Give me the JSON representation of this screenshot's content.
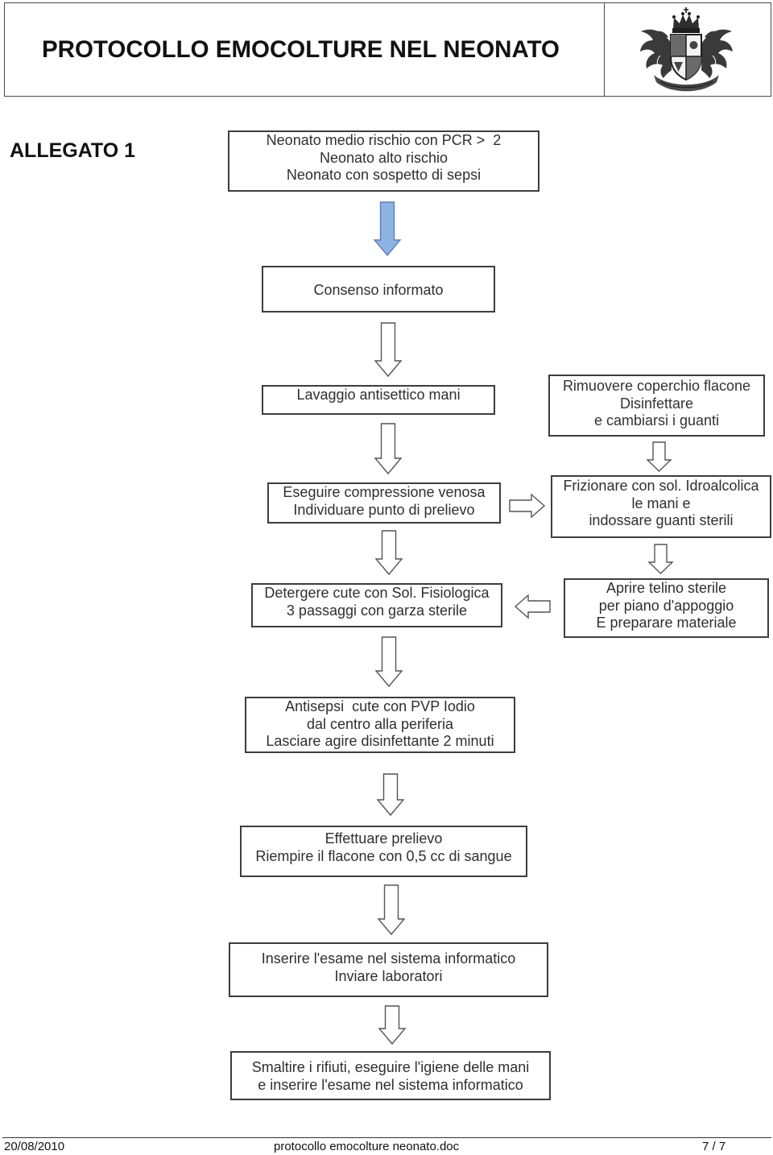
{
  "document": {
    "title": "PROTOCOLLO EMOCOLTURE NEL NEONATO",
    "logo_icon": "coat-of-arms-icon",
    "attachment_label": "ALLEGATO 1"
  },
  "flowchart": {
    "start": [
      "Neonato medio rischio con PCR >  2",
      "Neonato alto rischio",
      "Neonato con sospetto di sepsi"
    ],
    "consent": [
      "Consenso informato"
    ],
    "hand_wash": [
      "Lavaggio antisettico mani"
    ],
    "vein_compression": [
      "Eseguire compressione venosa",
      "Individuare punto di prelievo"
    ],
    "bottle_prep": [
      "Rimuovere coperchio flacone",
      "Disinfettare",
      "e cambiarsi i guanti"
    ],
    "sterile_gloves": [
      "Frizionare con sol. Idroalcolica",
      "le mani e",
      "indossare guanti sterili"
    ],
    "sterile_field": [
      "Aprire telino sterile",
      "per piano d'appoggio",
      "E preparare materiale"
    ],
    "skin_cleansing": [
      "Detergere cute con Sol. Fisiologica",
      "3 passaggi con garza sterile"
    ],
    "skin_antisepsis": [
      "Antisepsi  cute con PVP Iodio",
      "dal centro alla periferia",
      "Lasciare agire disinfettante 2 minuti"
    ],
    "blood_draw": [
      "Effettuare prelievo",
      "Riempire il flacone con 0,5 cc di sangue"
    ],
    "data_entry": [
      "Inserire l'esame nel sistema informatico",
      "Inviare laboratori"
    ],
    "disposal": [
      "Smaltire i rifiuti, eseguire l'igiene delle mani",
      "e inserire l'esame nel sistema informatico"
    ]
  },
  "arrow_icons": {
    "down": "down-arrow-icon",
    "right": "right-arrow-icon",
    "left": "left-arrow-icon"
  },
  "footer": {
    "date": "20/08/2010",
    "filename": "protocollo emocolture neonato.doc",
    "page": "7 / 7"
  },
  "colors": {
    "highlighted_arrow": "#8db3e2",
    "box_border": "#3d3d3d",
    "text": "#2f2f2f"
  }
}
